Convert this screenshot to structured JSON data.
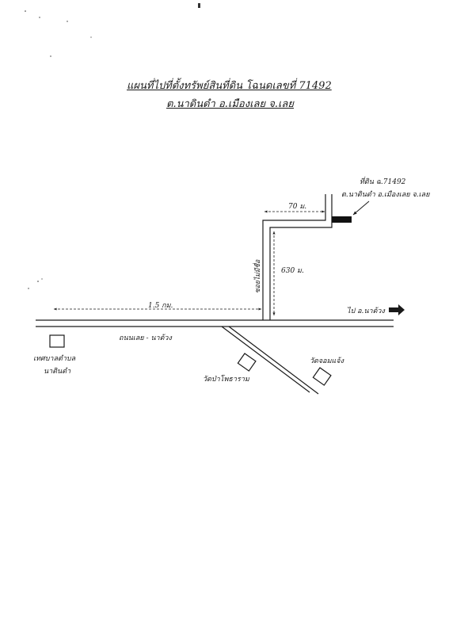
{
  "title": {
    "line1": "แผนที่ไปที่ตั้งทรัพย์สินที่ดิน โฉนดเลขที่ 71492",
    "line2": "ต.นาดินดำ อ.เมืองเลย จ.เลย"
  },
  "plot": {
    "label1": "ที่ดิน ฉ.71492",
    "label2": "ต.นาดินดำ อ.เมืองเลย จ.เลย"
  },
  "distances": {
    "top_road": "70 ม.",
    "side_road": "630 ม.",
    "main_road": "1.5 กม."
  },
  "roads": {
    "side_road_name": "ซอยไม่มีชื่อ",
    "main_road_name": "ถนนเลย - นาด้วง",
    "direction": "ไป อ.นาด้วง"
  },
  "landmarks": {
    "office_line1": "เทศบาลตำบล",
    "office_line2": "นาดินดำ",
    "temple1": "วัดป่าโพธาราม",
    "temple2": "วัดจอมแจ้ง"
  },
  "colors": {
    "ink": "#1a1a1a",
    "plot_fill": "#111111"
  }
}
